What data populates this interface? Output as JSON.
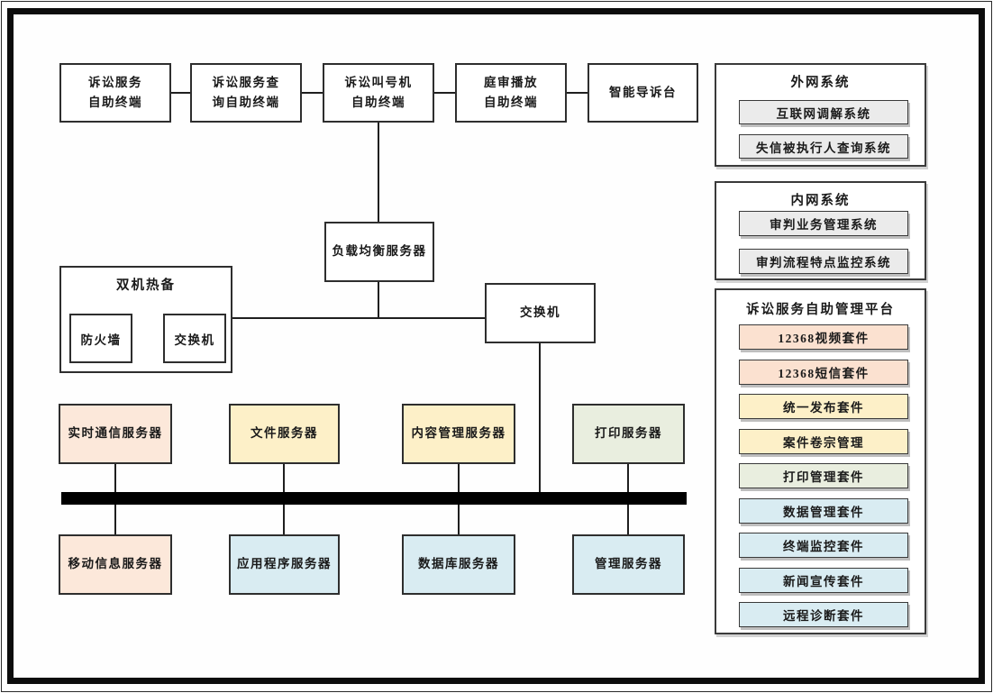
{
  "colors": {
    "pink": "#fce8da",
    "yellow": "#fdf0c8",
    "green": "#e9eedf",
    "blue": "#d9ecf2",
    "gray": "#ebebeb",
    "peach": "#fbe1d0",
    "line": "#1f1f1f",
    "bus": "#000000"
  },
  "top_terminals": [
    {
      "label": "诉讼服务\n自助终端"
    },
    {
      "label": "诉讼服务查\n询自助终端"
    },
    {
      "label": "诉讼叫号机\n自助终端"
    },
    {
      "label": "庭审播放\n自助终端"
    },
    {
      "label": "智能导诉台"
    }
  ],
  "core": {
    "load_balancer": "负载均衡服务器",
    "main_switch": "交换机",
    "hot_standby": {
      "title": "双机热备",
      "firewall": "防火墙",
      "switch": "交换机"
    }
  },
  "middle_servers": [
    {
      "label": "实时通信服务器",
      "color": "#fce8da"
    },
    {
      "label": "文件服务器",
      "color": "#fdf0c8"
    },
    {
      "label": "内容管理服务器",
      "color": "#fdf0c8"
    },
    {
      "label": "打印服务器",
      "color": "#e9eedf"
    }
  ],
  "bottom_servers": [
    {
      "label": "移动信息服务器",
      "color": "#fce8da"
    },
    {
      "label": "应用程序服务器",
      "color": "#d9ecf2"
    },
    {
      "label": "数据库服务器",
      "color": "#d9ecf2"
    },
    {
      "label": "管理服务器",
      "color": "#d9ecf2"
    }
  ],
  "panels": [
    {
      "title": "外网系统",
      "items": [
        {
          "label": "互联网调解系统",
          "color": "#ebebeb"
        },
        {
          "label": "失信被执行人查询系统",
          "color": "#ebebeb"
        }
      ]
    },
    {
      "title": "内网系统",
      "items": [
        {
          "label": "审判业务管理系统",
          "color": "#ebebeb"
        },
        {
          "label": "审判流程特点监控系统",
          "color": "#ebebeb"
        }
      ]
    },
    {
      "title": "诉讼服务自助管理平台",
      "items": [
        {
          "label": "12368视频套件",
          "color": "#fbe1d0"
        },
        {
          "label": "12368短信套件",
          "color": "#fbe1d0"
        },
        {
          "label": "统一发布套件",
          "color": "#fdf0c8"
        },
        {
          "label": "案件卷宗管理",
          "color": "#fdf0c8"
        },
        {
          "label": "打印管理套件",
          "color": "#e9eedf"
        },
        {
          "label": "数据管理套件",
          "color": "#d9ecf2"
        },
        {
          "label": "终端监控套件",
          "color": "#d9ecf2"
        },
        {
          "label": "新闻宣传套件",
          "color": "#d9ecf2"
        },
        {
          "label": "远程诊断套件",
          "color": "#d9ecf2"
        }
      ]
    }
  ]
}
